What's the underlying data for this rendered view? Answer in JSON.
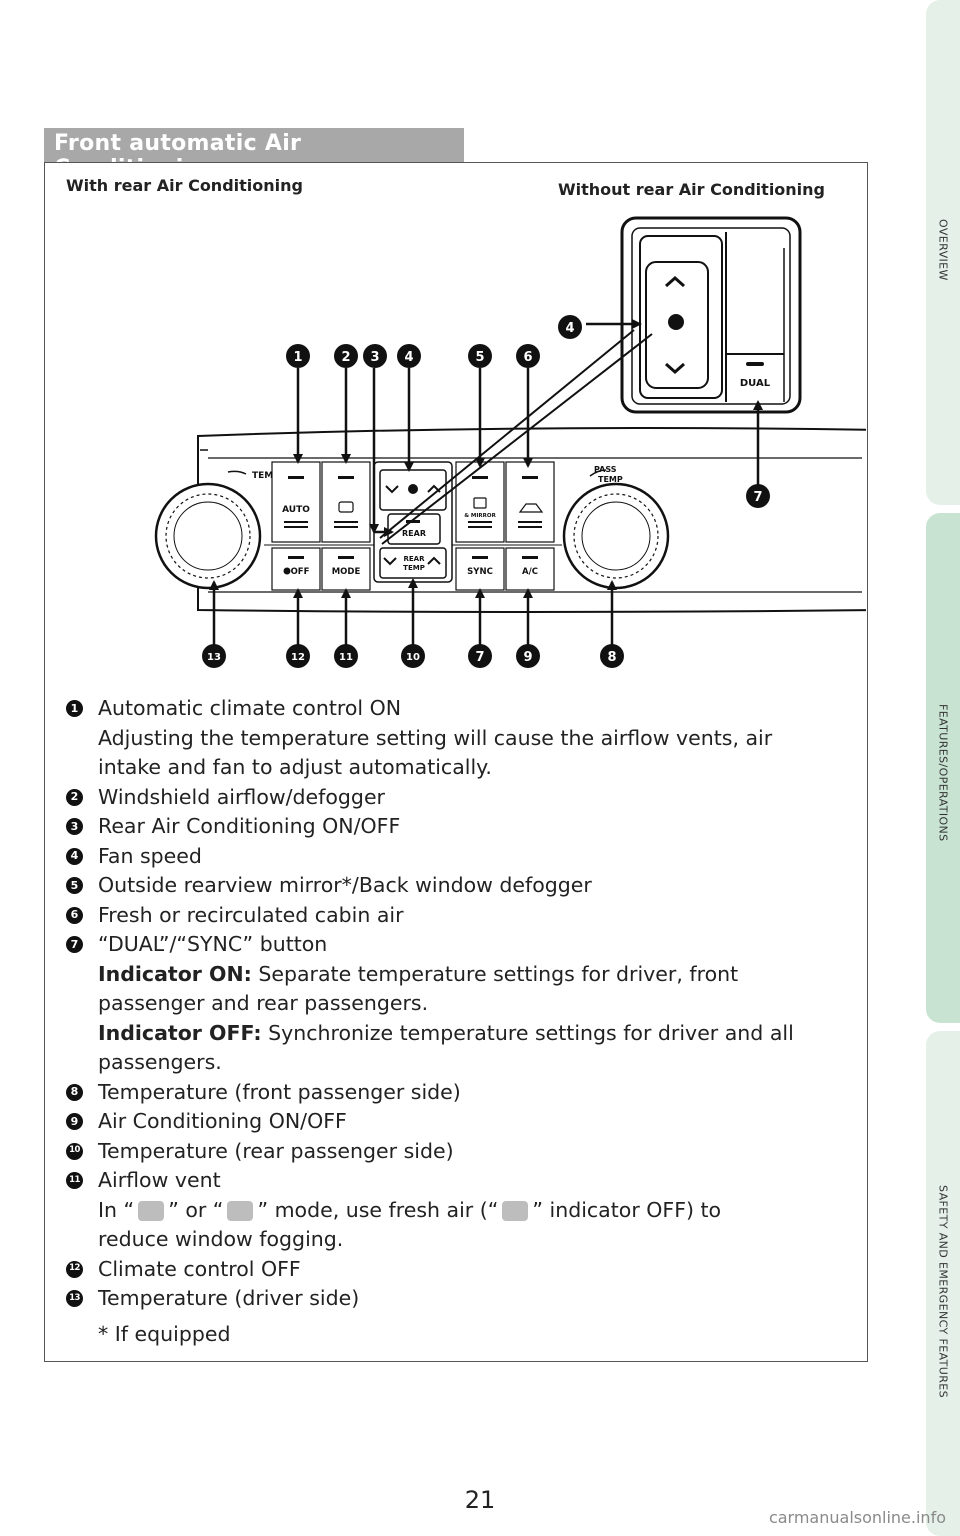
{
  "side_tabs": [
    {
      "label": "OVERVIEW",
      "color": "#e4f0e8"
    },
    {
      "label": "FEATURES/OPERATIONS",
      "color": "#c9e3d3"
    },
    {
      "label": "SAFETY AND EMERGENCY FEATURES",
      "color": "#e4f0e8"
    }
  ],
  "section_title": "Front automatic Air Conditioning",
  "figure": {
    "left_caption": "With rear Air Conditioning",
    "right_caption": "Without rear Air Conditioning",
    "panel_labels": {
      "temp": "TEMP",
      "pass_temp_1": "PASS",
      "pass_temp_2": "TEMP",
      "auto": "AUTO",
      "off": "OFF",
      "mode": "MODE",
      "rear": "REAR",
      "rear_temp_1": "REAR",
      "rear_temp_2": "TEMP",
      "mirror": "& MIRROR",
      "sync": "SYNC",
      "ac": "A/C",
      "dual": "DUAL"
    },
    "callouts": [
      "1",
      "2",
      "3",
      "4",
      "5",
      "6",
      "7",
      "8",
      "9",
      "10",
      "11",
      "12",
      "13"
    ]
  },
  "items": [
    {
      "num": "1",
      "lines": [
        "Automatic climate control ON",
        "Adjusting the temperature setting will cause the airflow vents, air",
        "intake and fan to adjust automatically."
      ]
    },
    {
      "num": "2",
      "lines": [
        "Windshield airflow/defogger"
      ]
    },
    {
      "num": "3",
      "lines": [
        "Rear Air Conditioning ON/OFF"
      ]
    },
    {
      "num": "4",
      "lines": [
        "Fan speed"
      ]
    },
    {
      "num": "5",
      "lines": [
        "Outside rearview mirror*/Back window defogger"
      ]
    },
    {
      "num": "6",
      "lines": [
        "Fresh or recirculated cabin air"
      ]
    },
    {
      "num": "7",
      "lines": [
        "“DUAL”/“SYNC” button"
      ]
    },
    {
      "num": "8",
      "lines": [
        "Temperature (front passenger side)"
      ]
    },
    {
      "num": "9",
      "lines": [
        "Air Conditioning ON/OFF"
      ]
    },
    {
      "num": "10",
      "lines": [
        "Temperature (rear passenger side)"
      ]
    },
    {
      "num": "11",
      "lines": [
        "Airflow vent"
      ]
    },
    {
      "num": "12",
      "lines": [
        "Climate control OFF"
      ]
    },
    {
      "num": "13",
      "lines": [
        "Temperature (driver side)"
      ]
    }
  ],
  "item7_detail": {
    "on_label": "Indicator ON:",
    "on_text1": " Separate temperature settings for driver, front",
    "on_text2": "passenger and rear passengers.",
    "off_label": "Indicator OFF:",
    "off_text1": " Synchronize temperature settings for driver and all",
    "off_text2": "passengers."
  },
  "item11_detail": {
    "t1": "In “",
    "t2": "” or “",
    "t3": "” mode, use fresh air (“",
    "t4": "” indicator OFF) to",
    "t5": "reduce window fogging."
  },
  "footnote": "* If equipped",
  "page_number": "21",
  "watermark": "carmanualsonline.info"
}
